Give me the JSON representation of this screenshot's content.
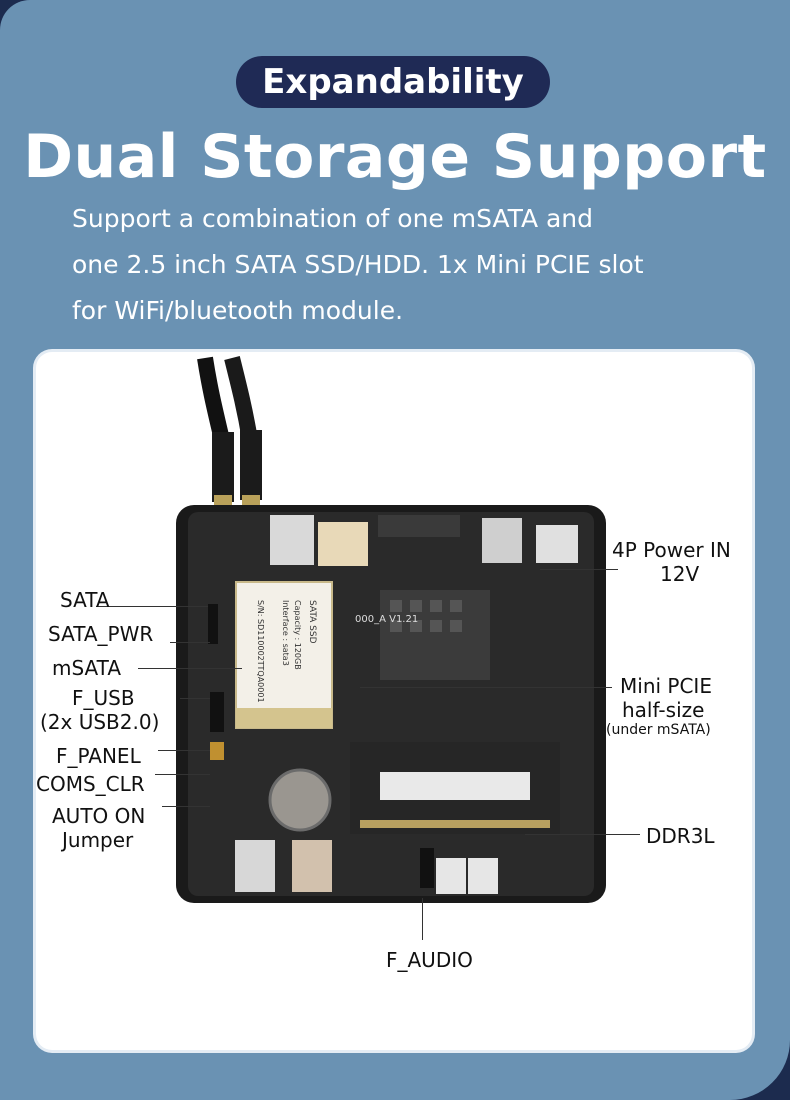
{
  "header": {
    "badge": "Expandability",
    "title": "Dual Storage Support",
    "description_lines": [
      "Support a combination of one mSATA and",
      "one 2.5 inch SATA SSD/HDD. 1x Mini PCIE slot",
      "for WiFi/bluetooth module."
    ]
  },
  "board": {
    "silkscreen": "000_A V1.21",
    "msata_card": {
      "title": "SATA SSD",
      "line1": "Capacity : 120GB",
      "line2": "Interface : sata3",
      "serial": "S/N: SD110002TTQA0001"
    }
  },
  "callouts": {
    "sata": "SATA",
    "sata_pwr": "SATA_PWR",
    "msata": "mSATA",
    "f_usb": "F_USB",
    "f_usb_sub": "(2x USB2.0)",
    "f_panel": "F_PANEL",
    "coms_clr": "COMS_CLR",
    "auto_on": "AUTO ON",
    "auto_on_sub": "Jumper",
    "power_in": "4P Power IN",
    "power_in_sub": "12V",
    "mini_pcie": "Mini PCIE",
    "mini_pcie_sub": "half-size",
    "mini_pcie_note": "(under mSATA)",
    "ddr3l": "DDR3L",
    "f_audio": "F_AUDIO"
  },
  "colors": {
    "background": "#6a92b3",
    "badge": "#1f2a55",
    "panel": "#ffffff",
    "case": "#1a1a1a",
    "pcb": "#2b2b2b"
  }
}
